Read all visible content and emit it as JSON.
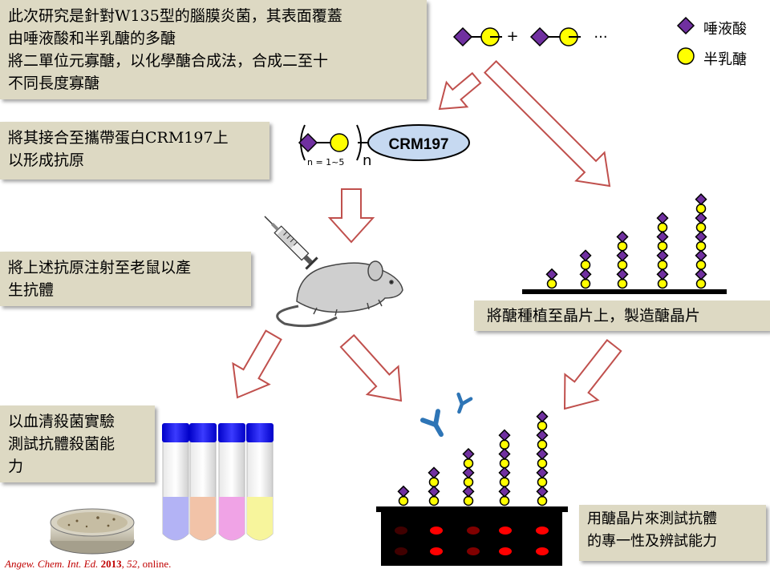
{
  "notes": {
    "intro": "此次研究是針對W135型的腦膜炎菌，其表面覆蓋\n由唾液酸和半乳醣的多醣\n將二單位元寡醣，以化學醣合成法，合成二至十\n不同長度寡醣",
    "crm": "將其接合至攜帶蛋白CRM197上\n以形成抗原",
    "mouse": "將上述抗原注射至老鼠以產\n生抗體",
    "glyco": "將醣種植至晶片上，製造醣晶片",
    "serum": "以血清殺菌實驗\n測試抗體殺菌能\n力",
    "array": "用醣晶片來測試抗體\n的專一性及辨試能力"
  },
  "legend": {
    "sialic_acid": "唾液酸",
    "galactose": "半乳醣"
  },
  "top_chain": {
    "plus": "+",
    "ellipsis": "···"
  },
  "conjugate": {
    "protein": "CRM197",
    "repeat_label": "n = 1~5",
    "subscript": "n"
  },
  "citation": {
    "journal": "Angew. Chem. Int. Ed.",
    "year": "2013",
    "volume": "52",
    "rest": ", online."
  },
  "colors": {
    "sialic": "#7030a0",
    "galactose": "#ffff00",
    "arrow_outline": "#c0504d",
    "note_bg": "#ddd9c3",
    "crm_fill": "#c6d9f1",
    "tube_cap": "#1a1aff",
    "antibody": "#2e75b6",
    "spot": "#ff0000"
  },
  "glycan_array_top": {
    "repeat_units": [
      1,
      2,
      3,
      4,
      5
    ]
  },
  "glycan_array_bottom": {
    "repeat_units": [
      1,
      2,
      3,
      4,
      5
    ]
  },
  "tubes": [
    "#b3b3f5",
    "#f2c3a8",
    "#f0a3e6",
    "#f7f59c"
  ]
}
